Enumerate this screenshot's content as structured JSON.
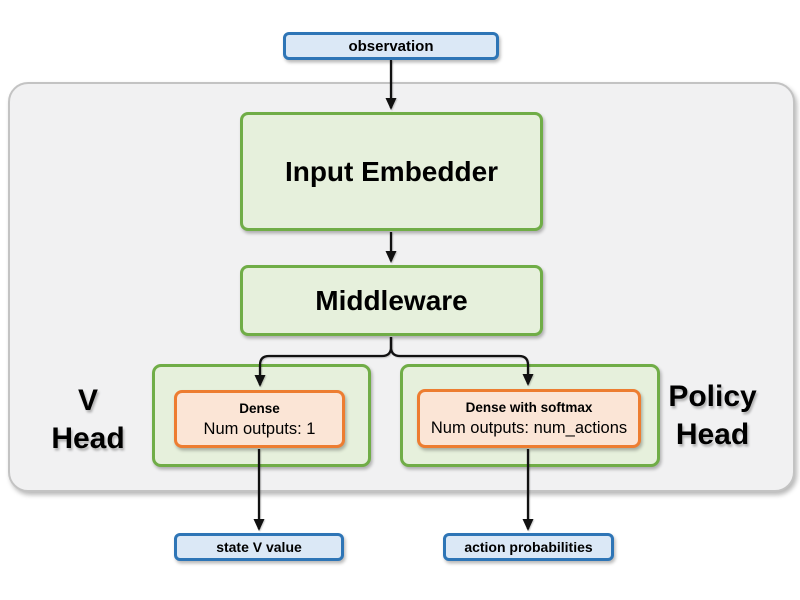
{
  "colors": {
    "blue_border": "#2e75b6",
    "blue_fill": "#dbe8f6",
    "green_border": "#70ad47",
    "green_fill": "#e6f0dc",
    "orange_border": "#ed7d31",
    "orange_fill": "#fbe5d6",
    "container_fill": "#f1f1f2",
    "container_border": "#c3c3c3",
    "arrow": "#111111"
  },
  "nodes": {
    "observation": "observation",
    "input_embedder": "Input Embedder",
    "middleware": "Middleware",
    "v_dense_title": "Dense",
    "v_dense_subtitle": "Num outputs: 1",
    "policy_dense_title": "Dense with softmax",
    "policy_dense_subtitle": "Num outputs: num_actions",
    "state_v_value": "state V value",
    "action_probabilities": "action probabilities"
  },
  "labels": {
    "v_head_line1": "V",
    "v_head_line2": "Head",
    "policy_head_line1": "Policy",
    "policy_head_line2": "Head"
  }
}
